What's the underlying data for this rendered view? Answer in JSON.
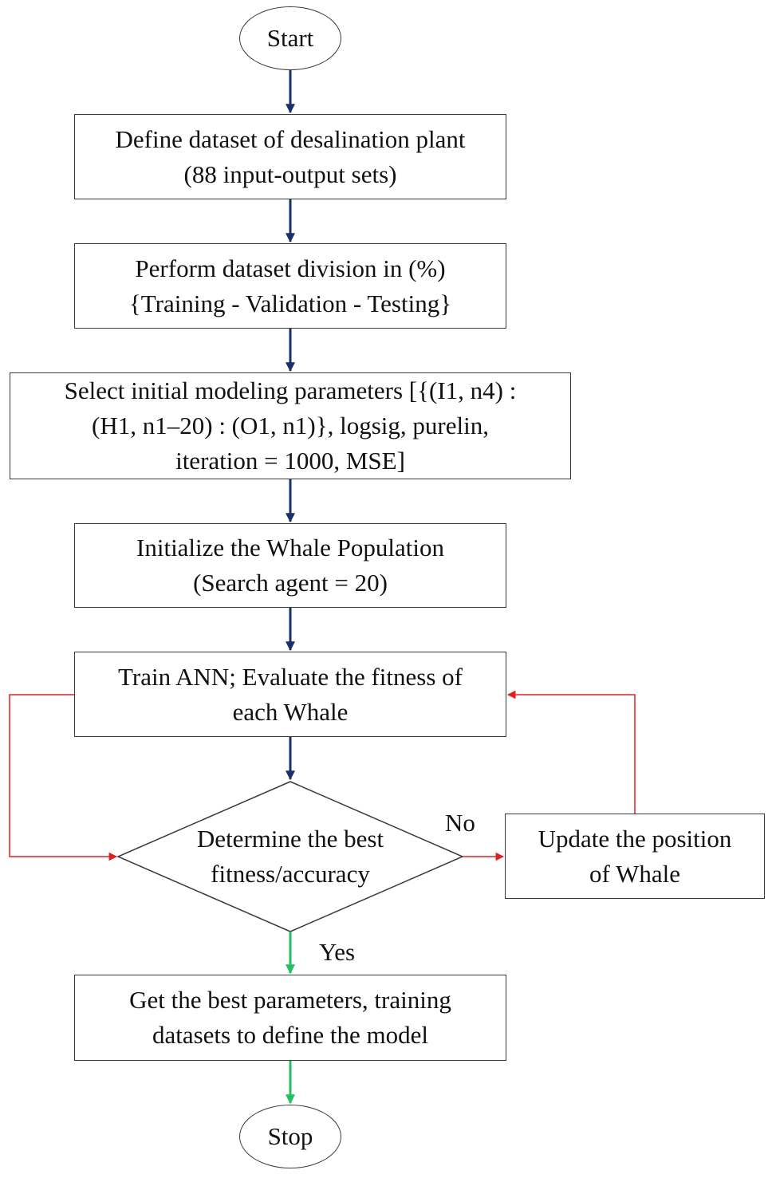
{
  "nodes": {
    "start": "Start",
    "define": {
      "line1": "Define dataset of desalination plant",
      "line2": "(88 input-output sets)"
    },
    "division": {
      "line1": "Perform dataset division in (%)",
      "line2": "{Training - Validation - Testing}"
    },
    "params": {
      "line1": "Select initial modeling parameters [{(I1, n4) :",
      "line2": "(H1, n1–20) : (O1, n1)}, logsig, purelin,",
      "line3": "iteration = 1000, MSE]"
    },
    "init": {
      "line1": "Initialize the Whale Population",
      "line2": "(Search agent = 20)"
    },
    "train": {
      "line1": "Train ANN; Evaluate the fitness of",
      "line2": "each Whale"
    },
    "decision": {
      "line1": "Determine the best",
      "line2": "fitness/accuracy"
    },
    "update": {
      "line1": "Update the position",
      "line2": "of Whale"
    },
    "best": {
      "line1": "Get the best parameters, training",
      "line2": "datasets to define the model"
    },
    "stop": "Stop"
  },
  "edge_labels": {
    "no": "No",
    "yes": "Yes"
  },
  "colors": {
    "flow_arrow": "#1a2f6b",
    "loop_arrow": "#e02020",
    "yes_arrow": "#22c060",
    "border": "#3a3a3a"
  }
}
